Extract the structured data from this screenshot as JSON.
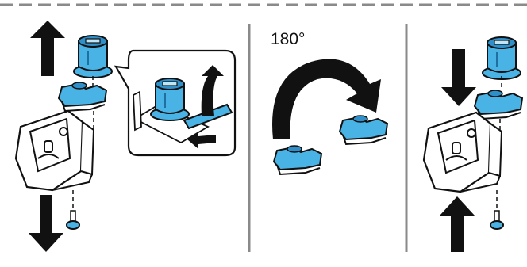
{
  "colors": {
    "part_fill": "#4ab3e6",
    "part_dark": "#1f6fa0",
    "part_top": "#2f8fc8",
    "outline": "#111111",
    "arrow": "#111111",
    "divider": "#8a8a8a",
    "dashed_border": "#8a8a8a",
    "background": "#ffffff"
  },
  "panels": [
    {
      "id": "panel-remove",
      "icons": [
        "up-arrow-icon",
        "down-arrow-icon",
        "bushing-icon",
        "hinge-clip-icon",
        "hinge-bracket-icon",
        "screw-icon",
        "detail-callout-icon",
        "screwdriver-icon",
        "curved-arrow-icon",
        "push-arrow-icon"
      ]
    },
    {
      "id": "panel-rotate",
      "rotation_label": "180°",
      "icons": [
        "rotate-arrow-icon",
        "hinge-clip-icon"
      ]
    },
    {
      "id": "panel-install",
      "icons": [
        "down-arrow-icon",
        "up-arrow-icon",
        "bushing-icon",
        "hinge-clip-icon",
        "hinge-bracket-icon",
        "screw-icon"
      ]
    }
  ]
}
